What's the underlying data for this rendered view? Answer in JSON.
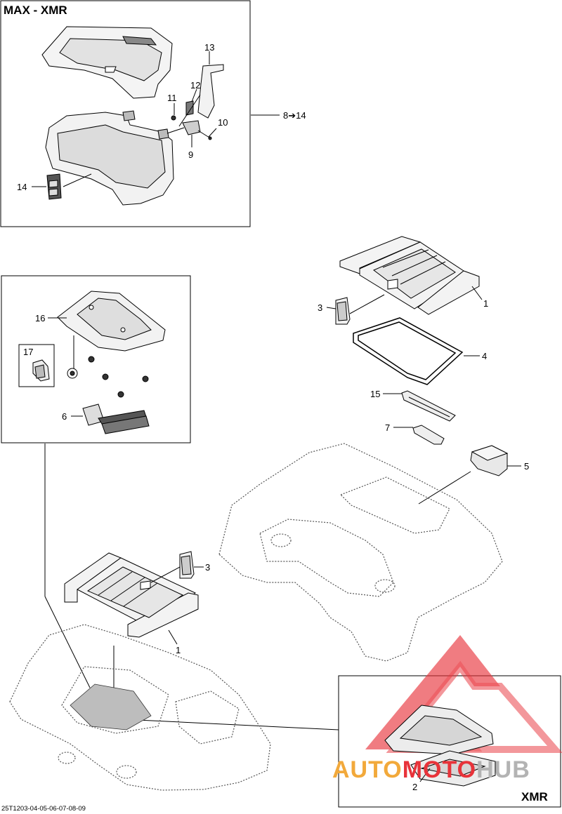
{
  "titles": {
    "max_xmr": "MAX - XMR",
    "xmr": "XMR"
  },
  "group_ref": "8➔14",
  "callouts": {
    "c1a": "1",
    "c1b": "1",
    "c2": "2",
    "c3a": "3",
    "c3b": "3",
    "c4": "4",
    "c5": "5",
    "c6": "6",
    "c7": "7",
    "c9": "9",
    "c10": "10",
    "c11": "11",
    "c12": "12",
    "c13": "13",
    "c14": "14",
    "c15": "15",
    "c16": "16",
    "c17": "17"
  },
  "footer_code": "25T1203-04-05-06-07-08-09",
  "watermark": {
    "part1": "AUTO",
    "part2": "MOTO",
    "part3": "HUB",
    "colors": {
      "orange": "#f2a93b",
      "red": "#e8333a",
      "gray": "#b3b3b3"
    }
  }
}
